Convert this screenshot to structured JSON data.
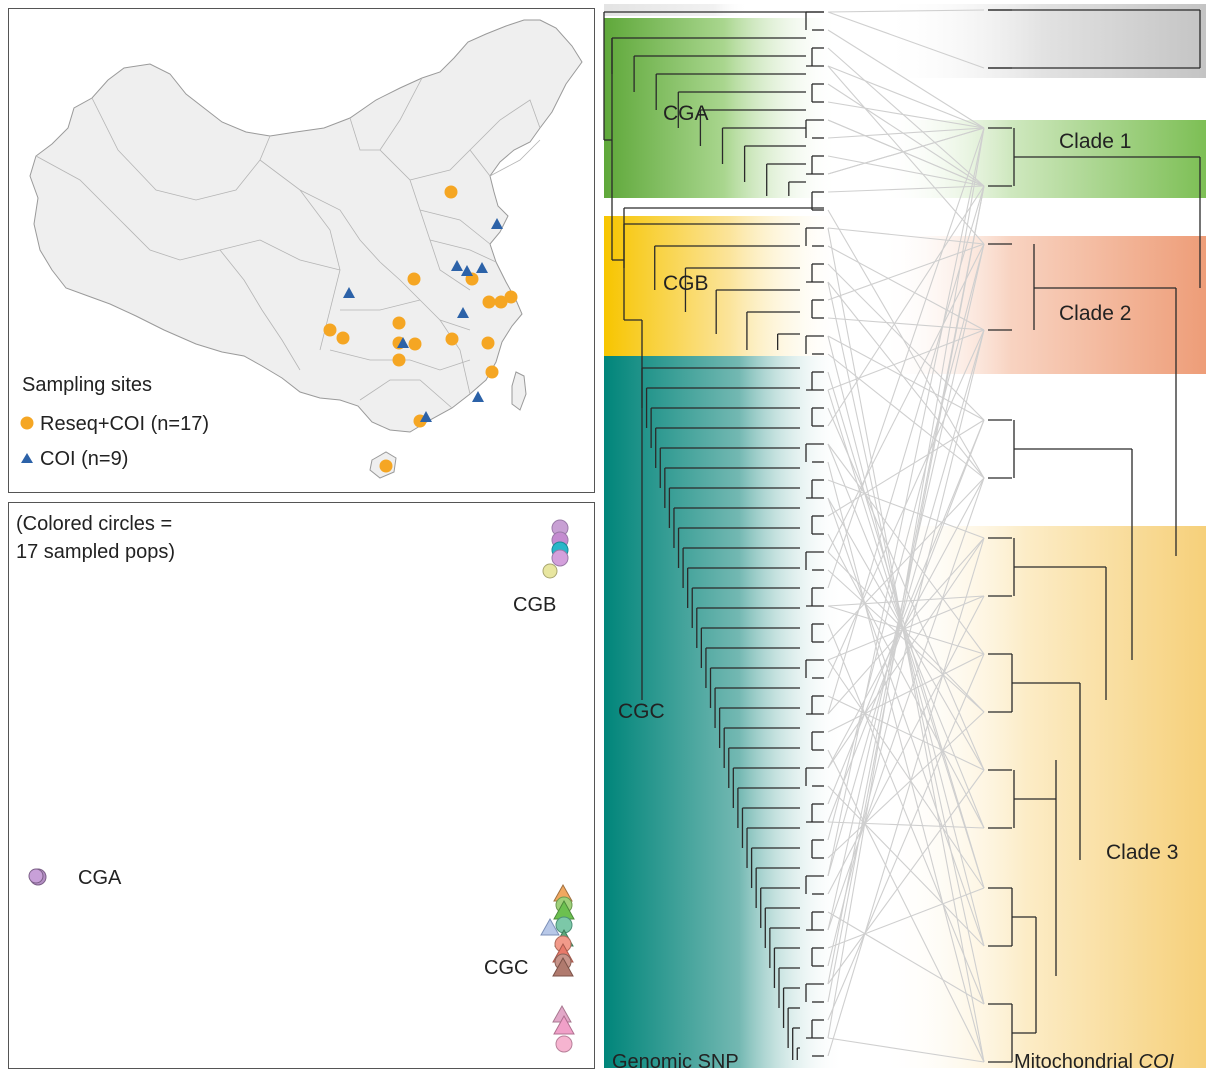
{
  "map_panel": {
    "legend_title": "Sampling sites",
    "legend_reseq": "Reseq+COI (n=17)",
    "legend_coi": "COI (n=9)",
    "colors": {
      "reseq": "#f5a623",
      "coi": "#2c62a8",
      "land": "#efefef",
      "border": "#9a9a9a"
    }
  },
  "pca_panel": {
    "note_line1": "(Colored circles =",
    "note_line2": "17 sampled pops)",
    "labels": {
      "cgb": "CGB",
      "cga": "CGA",
      "cgc": "CGC"
    }
  },
  "tree_panel": {
    "clusters": {
      "cga": "CGA",
      "cgb": "CGB",
      "cgc": "CGC"
    },
    "clades": {
      "clade1": "Clade 1",
      "clade2": "Clade 2",
      "clade3": "Clade 3"
    },
    "left_tree_label": "Genomic SNP",
    "right_tree_label_prefix": "Mitochondrial ",
    "right_tree_label_italic": "COI",
    "colors": {
      "cga": "#5fa83a",
      "cgb": "#f7c500",
      "cgc": "#00857a",
      "clade1": "#8cc86a",
      "clade2": "#f2a07a",
      "clade3": "#f8d27c",
      "outgroup": "#c8c8c8",
      "tangle": "#cfcfcf"
    }
  }
}
